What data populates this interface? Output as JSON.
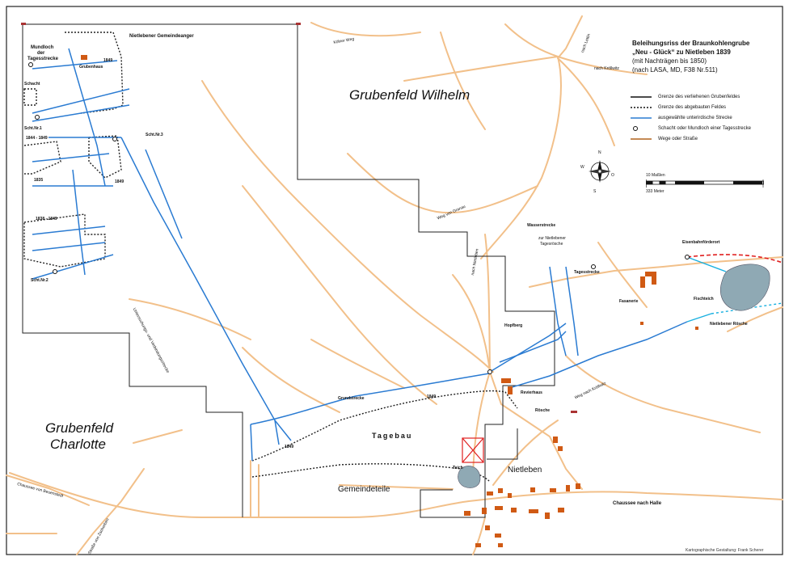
{
  "title": {
    "line1": "Beleihungsriss der Braunkohlengrube",
    "line2": "„Neu - Glück“ zu Nietleben 1839",
    "line3": "(mit Nachträgen bis 1850)",
    "line4": "(nach LASA, MD, F38 Nr.511)"
  },
  "legend": [
    {
      "label": "Grenze des verliehenen Grubenfeldes",
      "icon": "solid-black-line"
    },
    {
      "label": "Grenze des abgebauten Feldes",
      "icon": "dotted-black-line"
    },
    {
      "label": "ausgewählte unterirdische Strecke",
      "icon": "solid-blue-line"
    },
    {
      "label": "Schacht oder Mundloch einer Tagesstrecke",
      "icon": "circle-marker"
    },
    {
      "label": "Wege oder Straße",
      "icon": "tan-line"
    }
  ],
  "scale": {
    "top_label": "10 Maßlen",
    "bottom_label": "333 Meter"
  },
  "compass_letters": {
    "n": "N",
    "e": "O",
    "s": "S",
    "w": "W"
  },
  "regions": {
    "wilhelm": "Grubenfeld Wilhelm",
    "charlotte_1": "Grubenfeld",
    "charlotte_2": "Charlotte",
    "tagebau": "Tagebau",
    "gemeindeteile": "Gemeindeteile",
    "nietleben": "Nietleben"
  },
  "labels": {
    "mundloch_1": "Mundloch",
    "mundloch_2": "der",
    "mundloch_3": "Tagesstrecke",
    "gemeindeanger": "Nietlebener Gemeindeanger",
    "year_1849_top": "1849",
    "grubenhaus": "Grubenhaus",
    "schacht": "Schacht",
    "schacht_nr1": "Scht.Nr.1",
    "years_1844_1849": "1844 - 1849",
    "schacht_nr3": "Scht.Nr.3",
    "year_1835": "1835",
    "year_1849_mid": "1849",
    "years_1838_1849": "1838 - 1849",
    "schacht_nr2": "Scht.Nr.2",
    "verbindung": "Untersuchungs- und Verbindungsstrecke",
    "koelner_weg": "Kölner Weg",
    "nach_lettin": "nach Lettin",
    "nach_koellwitz": "nach Kröllwitz",
    "weg_granau": "Weg von Granau",
    "nach_nietleben": "nach Nietleben",
    "wasserstrecke": "Wasserstrecke",
    "zur_roesche_1": "zur Nietlebener",
    "zur_roesche_2": "Tagesrösche",
    "tagesstrecke": "Tagesstrecke",
    "eisenbahnfoerderort": "Eisenbahnförderort",
    "fasanerie": "Fasanerie",
    "fischteich": "Fischteich",
    "nietlebener_roesche": "Nietlebener Rösche",
    "hopfberg": "Hopfberg",
    "revierhaus": "Revierhaus",
    "roesche": "Rösche",
    "grundstrecke": "Grundstrecke",
    "year_1849_grund": "1849",
    "year_1849_low": "1849",
    "teich": "Teich",
    "weg_koellwitz": "Weg nach Kröllwitz",
    "chaussee_halle": "Chaussee nach Halle",
    "chaussee_beuna": "Chaussee von Beuenstedt",
    "strasse_zscherben": "Straße von Zscherben"
  },
  "credit": "Kartographische Gestaltung: Frank Scherer",
  "colors": {
    "road": "#f2c08a",
    "tunnel": "#2a7bd2",
    "boundary": "#222222",
    "building": "#d05a14",
    "water": "#8fa9b4",
    "aqua_line": "#18b0e0",
    "red_line": "#e02020"
  }
}
